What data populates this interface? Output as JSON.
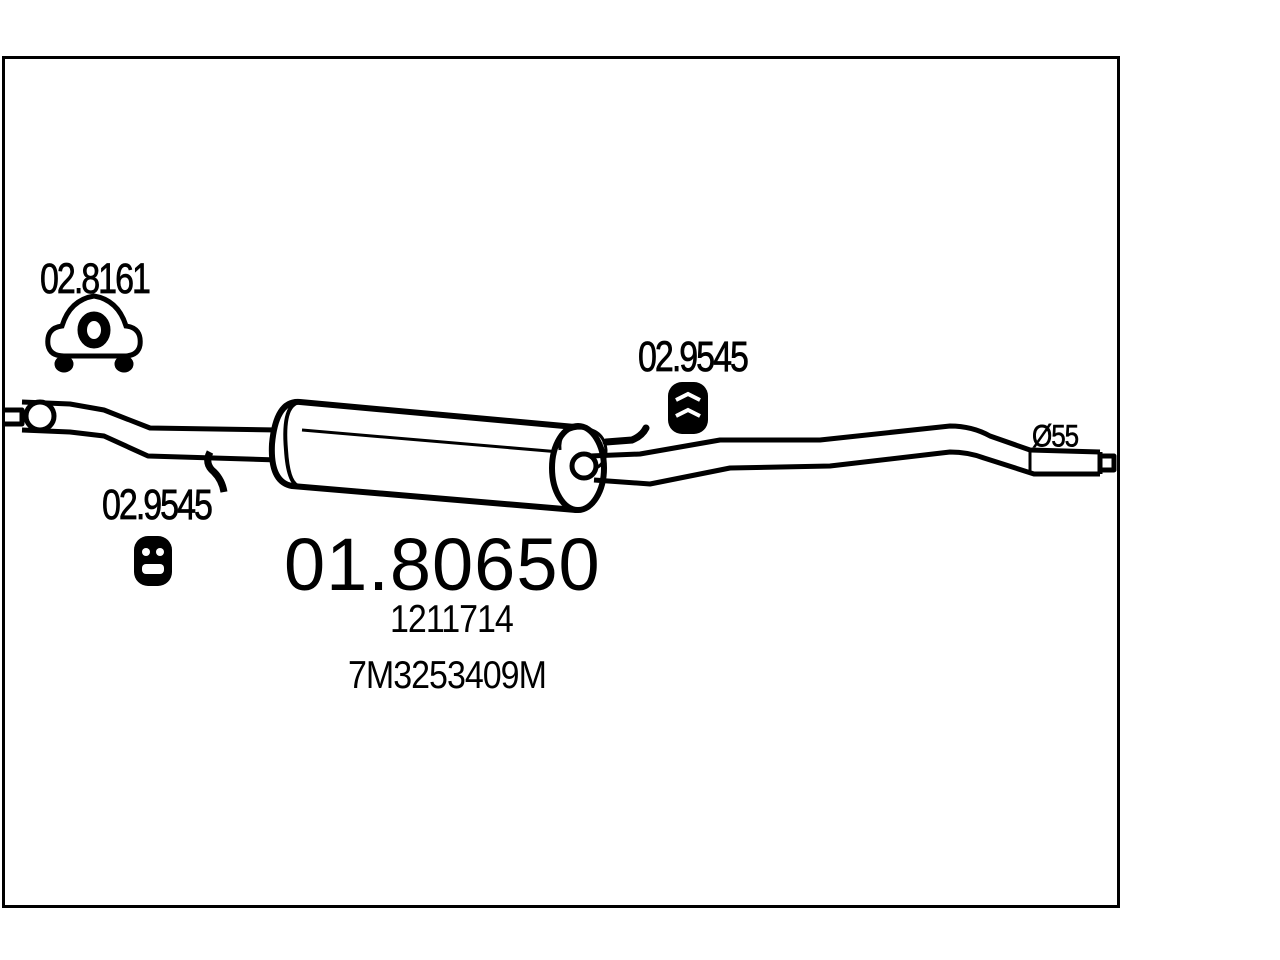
{
  "main_part_number": "01.80650",
  "reference_numbers": [
    "1211714",
    "7M3253409M"
  ],
  "components": {
    "front_gasket_label": "02.8161",
    "rear_hanger_label": "02.9545",
    "front_hanger_label": "02.9545"
  },
  "outlet_diameter_label": "Ø55"
}
